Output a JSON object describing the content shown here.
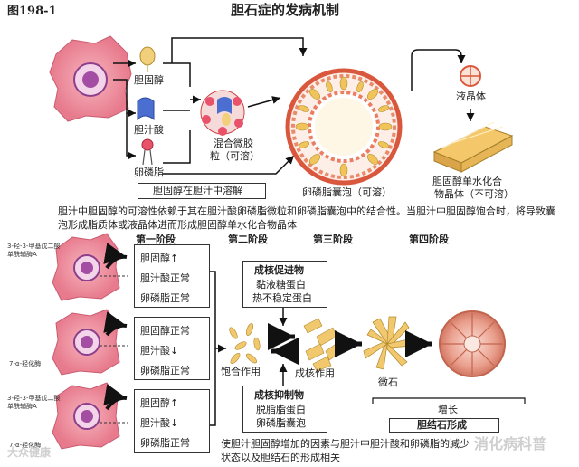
{
  "figure_label": "图198-1",
  "title": "胆石症的发病机制",
  "top": {
    "cholesterol": "胆固醇",
    "bile_acid": "胆汁酸",
    "lecithin": "卵磷脂",
    "mixed_micelle_line1": "混合微胶",
    "mixed_micelle_line2": "粒（可溶）",
    "dissolve_label": "胆固醇在胆汁中溶解",
    "vesicle_label": "卵磷脂囊泡（可溶）",
    "liquid_crystal": "液晶体",
    "monohydrate_line1": "胆固醇单水化合",
    "monohydrate_line2": "物晶体（不可溶）"
  },
  "caption_top": "胆汁中胆固醇的可溶性依赖于其在胆汁酸卵磷脂微粒和卵磷脂囊泡中的结合性。当胆汁中胆固醇饱合时，将导致囊泡形成脂质体或液晶体进而形成胆固醇单水化合物晶体",
  "stages": [
    "第一阶段",
    "第二阶段",
    "第三阶段",
    "第四阶段"
  ],
  "cell_labels": [
    "3-羟-3-甲基戊二酸单酰辅酶A",
    "7-α-羟化酶",
    "3-羟-3-甲基戊二酸单酰辅酶A",
    "7-α-羟化酶"
  ],
  "stage1_boxes": [
    [
      "胆固醇↑",
      "胆汁酸正常",
      "卵磷脂正常"
    ],
    [
      "胆固醇正常",
      "胆汁酸↓",
      "卵磷脂正常"
    ],
    [
      "胆固醇↑",
      "胆汁酸↓",
      "卵磷脂正常"
    ]
  ],
  "promoters": {
    "title": "成核促进物",
    "items": [
      "黏液糖蛋白",
      "热不稳定蛋白"
    ]
  },
  "inhibitors": {
    "title": "成核抑制物",
    "items": [
      "脱脂脂蛋白",
      "卵磷脂囊泡"
    ]
  },
  "saturation": "饱合作用",
  "nucleation": "成核作用",
  "microstone": "微石",
  "growth": "增长",
  "stone_formation": "胆结石形成",
  "caption_bottom_line1": "使胆汁胆固醇增加的因素与胆汁中胆汁酸和卵磷脂的减少",
  "caption_bottom_line2": "状态以及胆结石的形成相关",
  "watermark_left": "大众健康",
  "watermark_right": "消化病科普"
}
